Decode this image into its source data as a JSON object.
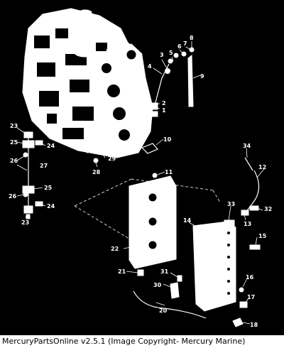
{
  "footer": {
    "caption": "MercuryPartsOnline v2.5.1 (Image Copyright- Mercury Marine)"
  },
  "callouts": {
    "c1": "1",
    "c2": "2",
    "c3": "3",
    "c4": "4",
    "c5": "5",
    "c6": "6",
    "c7": "7",
    "c8": "8",
    "c9": "9",
    "c10": "10",
    "c11": "11",
    "c12": "12",
    "c13": "13",
    "c14": "14",
    "c15": "15",
    "c16": "16",
    "c17": "17",
    "c18": "18",
    "c20": "20",
    "c21": "21",
    "c22": "22",
    "c23a": "23",
    "c23b": "23",
    "c24a": "24",
    "c24b": "24",
    "c25a": "25",
    "c25b": "25",
    "c26a": "26",
    "c26b": "26",
    "c27": "27",
    "c28": "28",
    "c29": "29",
    "c30": "30",
    "c31": "31",
    "c32": "32",
    "c33": "33",
    "c34": "34"
  }
}
